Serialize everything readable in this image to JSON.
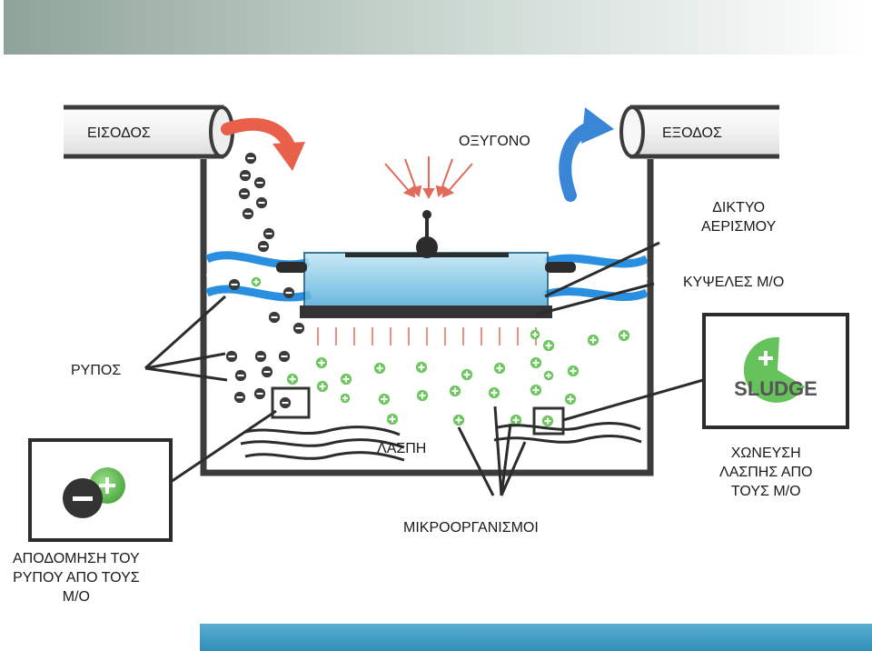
{
  "labels": {
    "inlet": "ΕΙΣΟΔΟΣ",
    "oxygen": "ΟΞΥΓΟΝΟ",
    "outlet": "ΕΞΟΔΟΣ",
    "aeration_net_line1": "ΔΙΚΤΥΟ",
    "aeration_net_line2": "ΑΕΡΙΣΜΟΥ",
    "cells": "ΚΥΨΕΛΕΣ Μ/Ο",
    "dirt": "ΡΥΠΟΣ",
    "sludge": "ΛΑΣΠΗ",
    "digestion_line1": "ΧΩΝΕΥΣΗ",
    "digestion_line2": "ΛΑΣΠΗΣ ΑΠΟ",
    "digestion_line3": "ΤΟΥΣ Μ/Ο",
    "microorganisms": "ΜΙΚΡΟΟΡΓΑΝΙΣΜΟΙ",
    "decomposition_line1": "ΑΠΟΔΟΜΗΣΗ ΤΟΥ",
    "decomposition_line2": "ΡΥΠΟΥ ΑΠΟ ΤΟΥΣ",
    "decomposition_line3": "Μ/Ο",
    "sludge_badge": "SLUDGE"
  },
  "colors": {
    "inflow_arrow": "#e8604a",
    "outflow_arrow": "#3a86d6",
    "oxygen_arrows": "#e26a5a",
    "water_band": "#2a8fe0",
    "microbe_green": "#66c25a",
    "pollutant_dark": "#333333",
    "caption_bar": "#3a98c0"
  },
  "icons": {
    "pollutant": "minus-circle-icon",
    "microorganism": "plus-circle-icon"
  }
}
